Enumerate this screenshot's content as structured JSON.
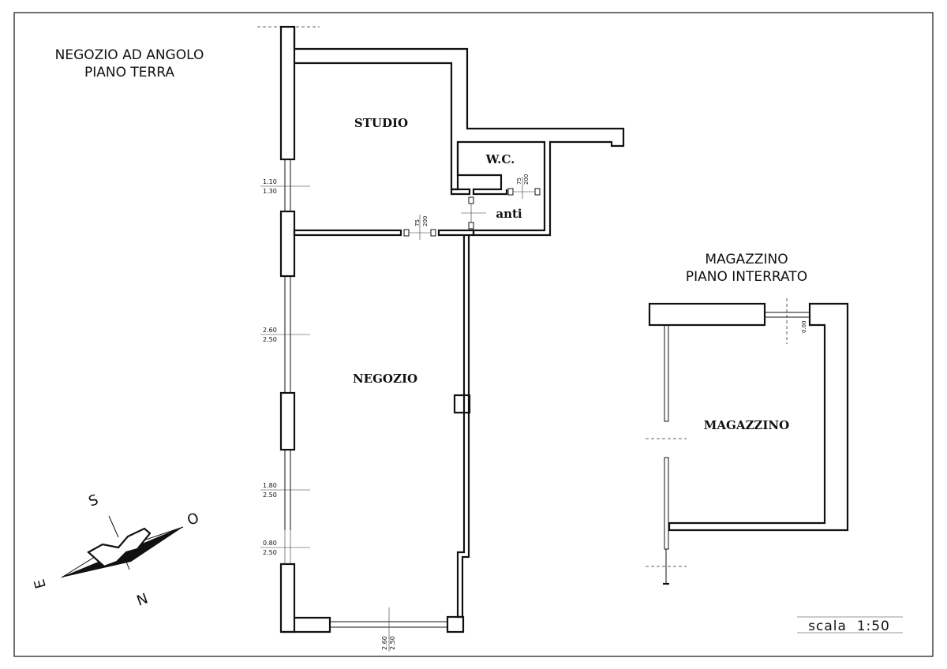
{
  "titles": {
    "ground_floor_line1": "NEGOZIO AD ANGOLO",
    "ground_floor_line2": "PIANO TERRA",
    "basement_line1": "MAGAZZINO",
    "basement_line2": "PIANO  INTERRATO"
  },
  "rooms": {
    "studio": "STUDIO",
    "wc": "W.C.",
    "anti": "anti",
    "negozio": "NEGOZIO",
    "magazzino": "MAGAZZINO"
  },
  "dimensions": {
    "window1_top": "1.10",
    "window1_bottom": "1.30",
    "window2_top": "2.60",
    "window2_bottom": "2.50",
    "window3_top": "1.80",
    "window3_bottom": "2.50",
    "window4_top": "0.80",
    "window4_bottom": "2.50",
    "bottom_window_a": "2.60",
    "bottom_window_b": "2.50",
    "door_main_a": "75",
    "door_main_b": "200",
    "door_wc_a": "75",
    "door_wc_b": "200",
    "basement_opening": "0.00"
  },
  "compass": {
    "north": "N",
    "south": "S",
    "east": "E",
    "west": "O"
  },
  "scale": {
    "label": "scala  1:50"
  }
}
